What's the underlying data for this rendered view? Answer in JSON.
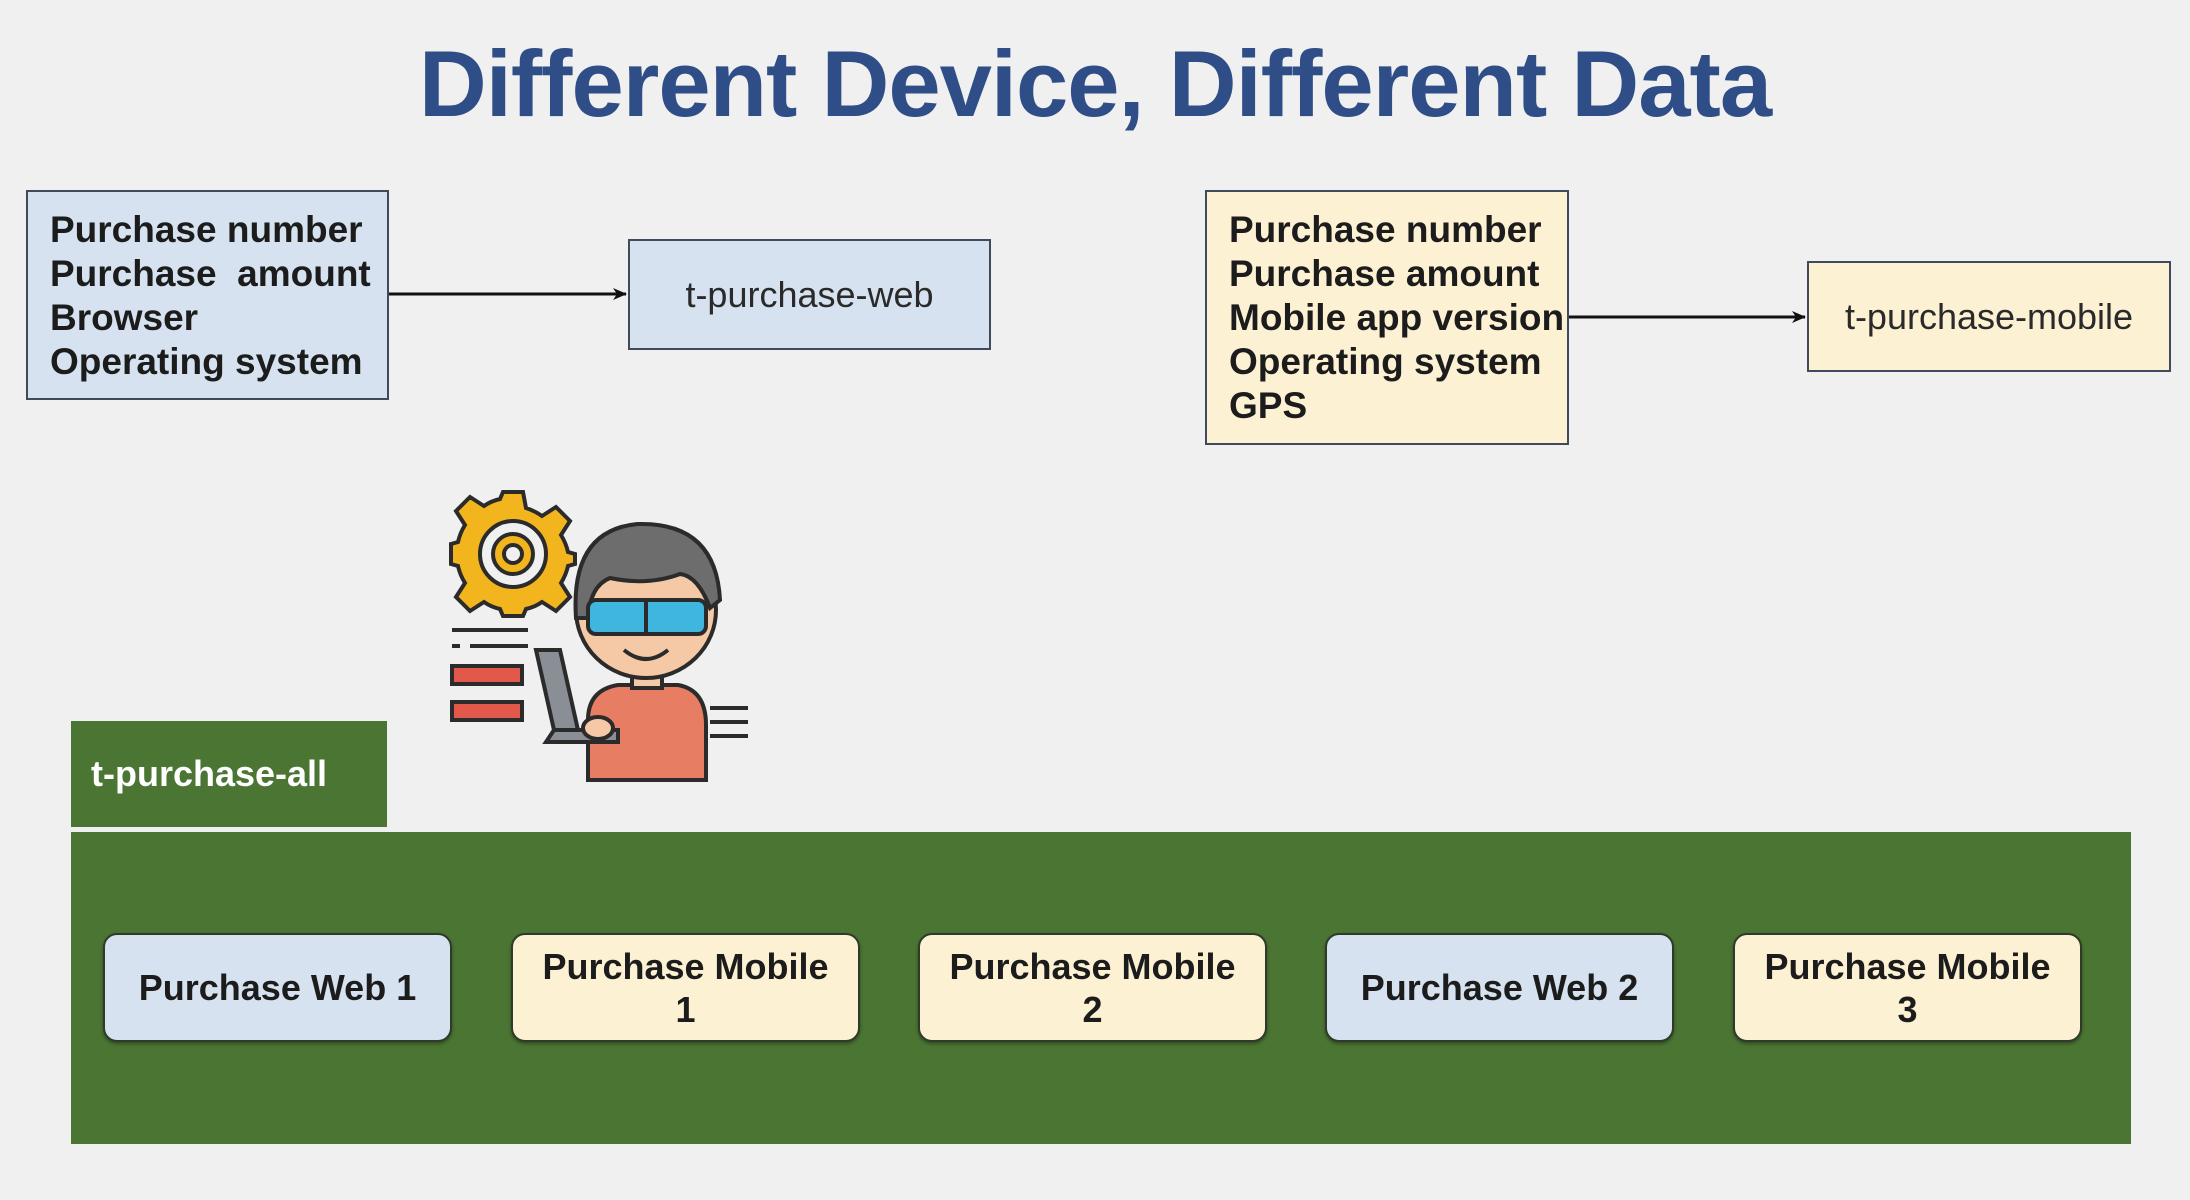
{
  "title": "Different Device, Different Data",
  "web_fields": [
    "Purchase number",
    "Purchase  amount",
    "Browser",
    "Operating system"
  ],
  "web_topic": "t-purchase-web",
  "mobile_fields": [
    "Purchase number",
    "Purchase amount",
    "Mobile app version",
    "Operating system",
    "GPS"
  ],
  "mobile_topic": "t-purchase-mobile",
  "all_topic": "t-purchase-all",
  "messages": [
    {
      "label": "Purchase Web 1",
      "kind": "web"
    },
    {
      "label": "Purchase Mobile 1",
      "kind": "mobile"
    },
    {
      "label": "Purchase Mobile 2",
      "kind": "mobile"
    },
    {
      "label": "Purchase Web 2",
      "kind": "web"
    },
    {
      "label": "Purchase Mobile 3",
      "kind": "mobile"
    }
  ],
  "colors": {
    "title": "#2f4d86",
    "web_fill": "#d6e2ef",
    "mobile_fill": "#fdf1d4",
    "topic_all_fill": "#4a7533"
  },
  "icons": [
    "developer-with-laptop-icon",
    "gear-icon"
  ]
}
